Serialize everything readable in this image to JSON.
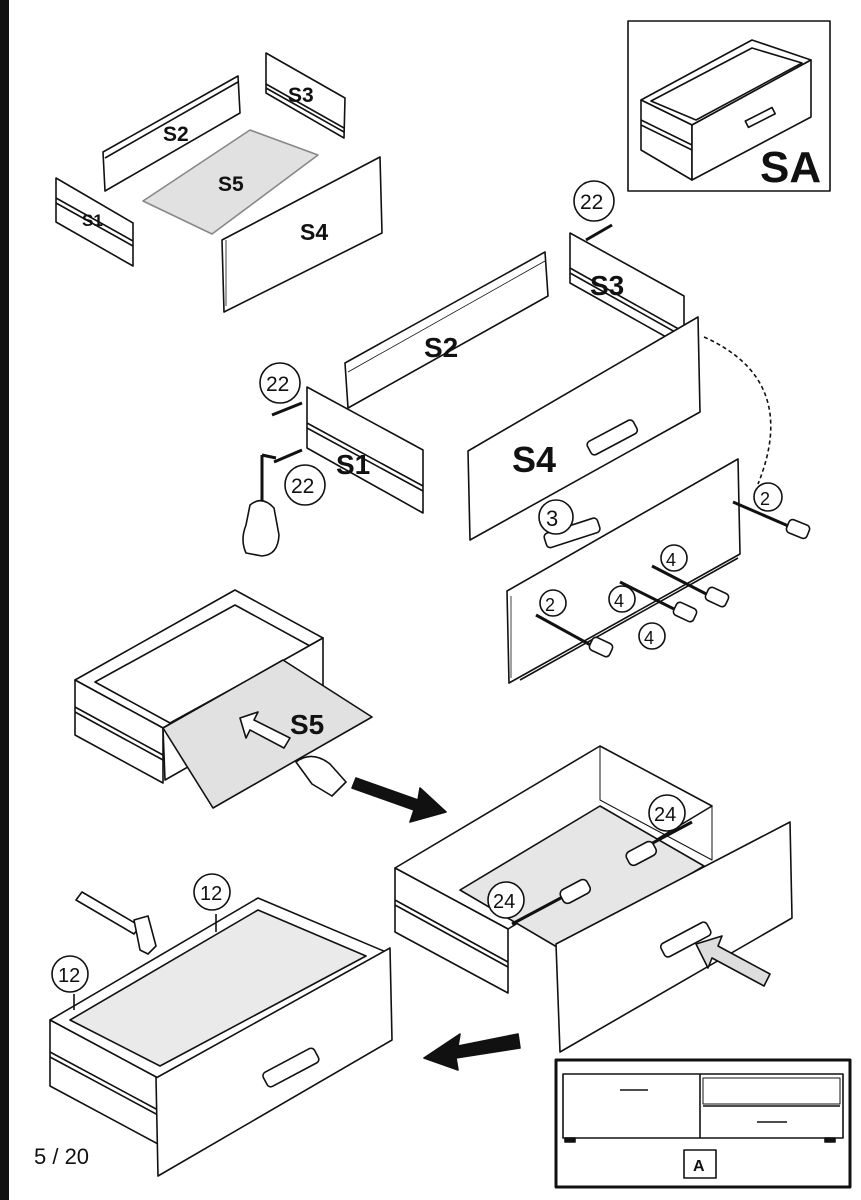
{
  "page": {
    "number": "5 / 20"
  },
  "result_label": "SA",
  "parts": {
    "s1": "S1",
    "s2": "S2",
    "s3": "S3",
    "s4": "S4",
    "s5": "S5"
  },
  "hardware": {
    "screw_22": "22",
    "screw_24": "24",
    "nail_12": "12",
    "handle": "3",
    "bolt_2": "2",
    "screw_4": "4"
  },
  "unit_callout": "A"
}
